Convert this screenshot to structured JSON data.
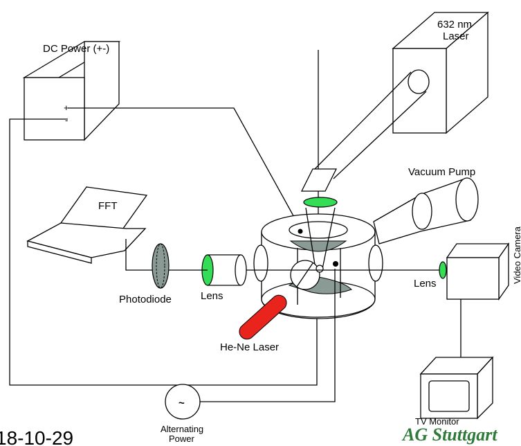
{
  "labels": {
    "dc_power": "DC Power (+-)",
    "plus": "+",
    "minus": "-",
    "laser_632_line1": "632 nm",
    "laser_632_line2": "Laser",
    "fft": "FFT",
    "vacuum_pump": "Vacuum Pump",
    "video_camera": "Video Camera",
    "lens_left": "Lens",
    "lens_right": "Lens",
    "photodiode": "Photodiode",
    "hene_laser": "He-Ne Laser",
    "tv_monitor": "TV Monitor",
    "alternating_power_line1": "Alternating",
    "alternating_power_line2": "Power",
    "ac_symbol": "~"
  },
  "footer": {
    "date": "18-10-29",
    "brand": "AG Stuttgart"
  },
  "colors": {
    "lens_green": "#33dd55",
    "hene_red": "#e8241c",
    "brand_green": "#2f7a3a",
    "gray_fill": "#8a9a94"
  }
}
